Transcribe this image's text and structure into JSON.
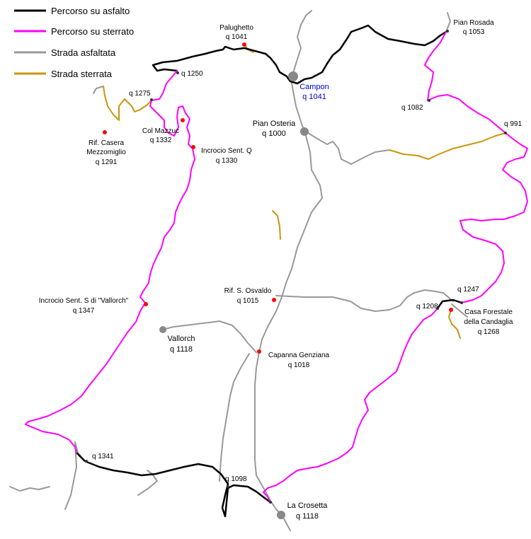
{
  "legend": {
    "items": [
      {
        "label": "Percorso su asfalto",
        "color": "#000000"
      },
      {
        "label": "Percorso su sterrato",
        "color": "#ff00ff"
      },
      {
        "label": "Strada asfaltata",
        "color": "#999999"
      },
      {
        "label": "Strada sterrata",
        "color": "#c8960a"
      }
    ]
  },
  "colors": {
    "route_asphalt": "#000000",
    "route_dirt": "#ff00ff",
    "road_asphalt": "#999999",
    "road_dirt": "#c8960a",
    "poi_dot": "#ff0000",
    "campon_label": "#0000cc"
  },
  "places": {
    "palughetto": {
      "name": "Palughetto",
      "alt": "q 1041"
    },
    "campon": {
      "name": "Campon",
      "alt": "q 1041"
    },
    "pian_rosada": {
      "name": "Pian Rosada",
      "alt": "q 1053"
    },
    "q1250": {
      "alt": "q 1250"
    },
    "q1275": {
      "alt": "q 1275"
    },
    "casera": {
      "line1": "Rif. Casera",
      "line2": "Mezzomiglio",
      "alt": "q 1291"
    },
    "col_mazzuc": {
      "name": "Col Mazzuc",
      "alt": "q 1332"
    },
    "incrocio_q": {
      "name": "Incrocio Sent. Q",
      "alt": "q 1330"
    },
    "pian_osteria": {
      "name": "Pian Osteria",
      "alt": "q 1000"
    },
    "q1082": {
      "alt": "q 1082"
    },
    "q991": {
      "alt": "q 991"
    },
    "incrocio_s": {
      "name": "Incrocio Sent. S di \"Vallorch\"",
      "alt": "q 1347"
    },
    "osvaldo": {
      "name": "Rif. S. Osvaldo",
      "alt": "q 1015"
    },
    "q1247": {
      "alt": "q 1247"
    },
    "q1208": {
      "alt": "q 1208"
    },
    "forestale": {
      "line1": "Casa Forestale",
      "line2": "della Candaglia",
      "alt": "q 1268"
    },
    "vallorch": {
      "name": "Vallorch",
      "alt": "q 1118"
    },
    "genziana": {
      "name": "Capanna Genziana",
      "alt": "q 1018"
    },
    "q1341": {
      "alt": "q 1341"
    },
    "q1098": {
      "alt": "q 1098"
    },
    "crosetta": {
      "name": "La Crosetta",
      "alt": "q 1118"
    }
  }
}
